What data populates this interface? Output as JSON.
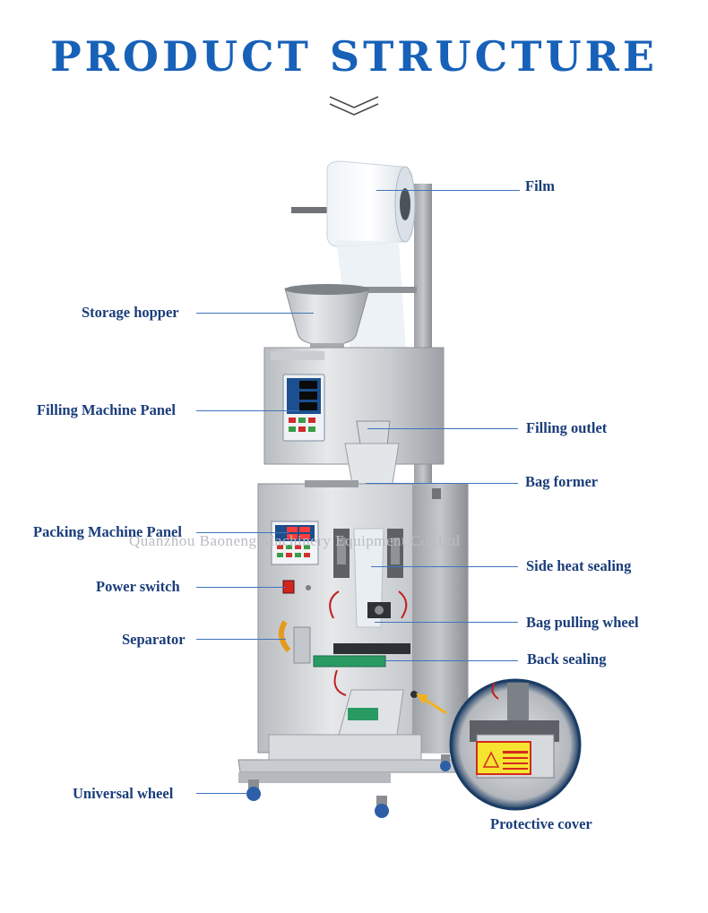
{
  "header": {
    "title": "PRODUCT STRUCTURE"
  },
  "watermark": "Quanzhou Baoneng Machinery Equipment Co.,Ltd",
  "callouts": {
    "film": "Film",
    "storage_hopper": "Storage hopper",
    "filling_machine_panel": "Filling Machine Panel",
    "filling_outlet": "Filling outlet",
    "bag_former": "Bag former",
    "packing_machine_panel": "Packing Machine Panel",
    "side_heat_sealing": "Side heat sealing",
    "power_switch": "Power switch",
    "bag_pulling_wheel": "Bag pulling wheel",
    "separator": "Separator",
    "back_sealing": "Back sealing",
    "universal_wheel": "Universal wheel",
    "protective_cover": "Protective cover"
  },
  "colors": {
    "title_blue": "#1761b8",
    "label_text": "#1a3d7a",
    "leader_line": "#3f74bd",
    "arrow_yellow": "#f2b21b",
    "warning_sign": "#d42a1f"
  }
}
